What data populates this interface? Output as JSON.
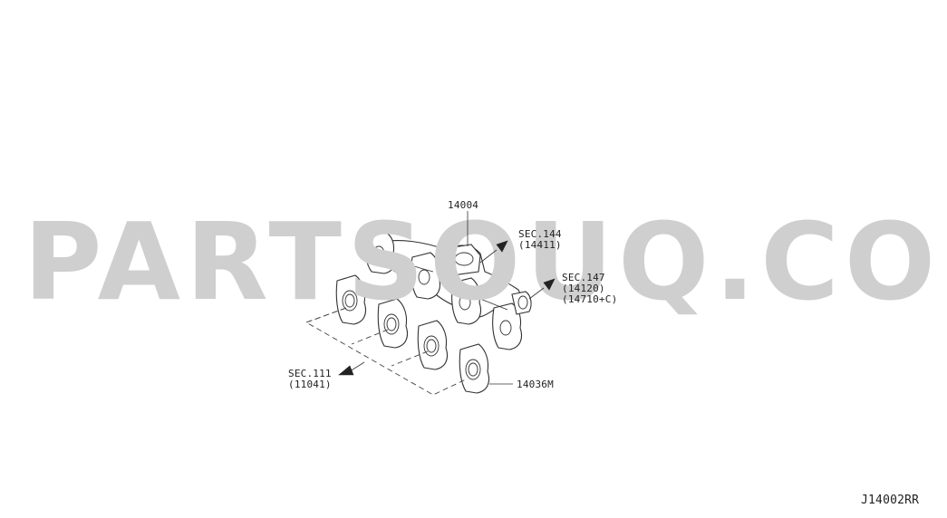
{
  "watermark": "PARTSOUQ.COM",
  "callouts": {
    "manifold_part": "14004",
    "gasket_part": "14036M",
    "sec144_line1": "SEC.144",
    "sec144_line2": "(14411)",
    "sec147_line1": "SEC.147",
    "sec147_line2": "(14120)",
    "sec147_line3": "(14710+C)",
    "sec111_line1": "SEC.111",
    "sec111_line2": "(11041)"
  },
  "diagram_code": "J14002RR",
  "colors": {
    "watermark": "#cfcfcf",
    "line": "#333333",
    "background": "#ffffff"
  }
}
